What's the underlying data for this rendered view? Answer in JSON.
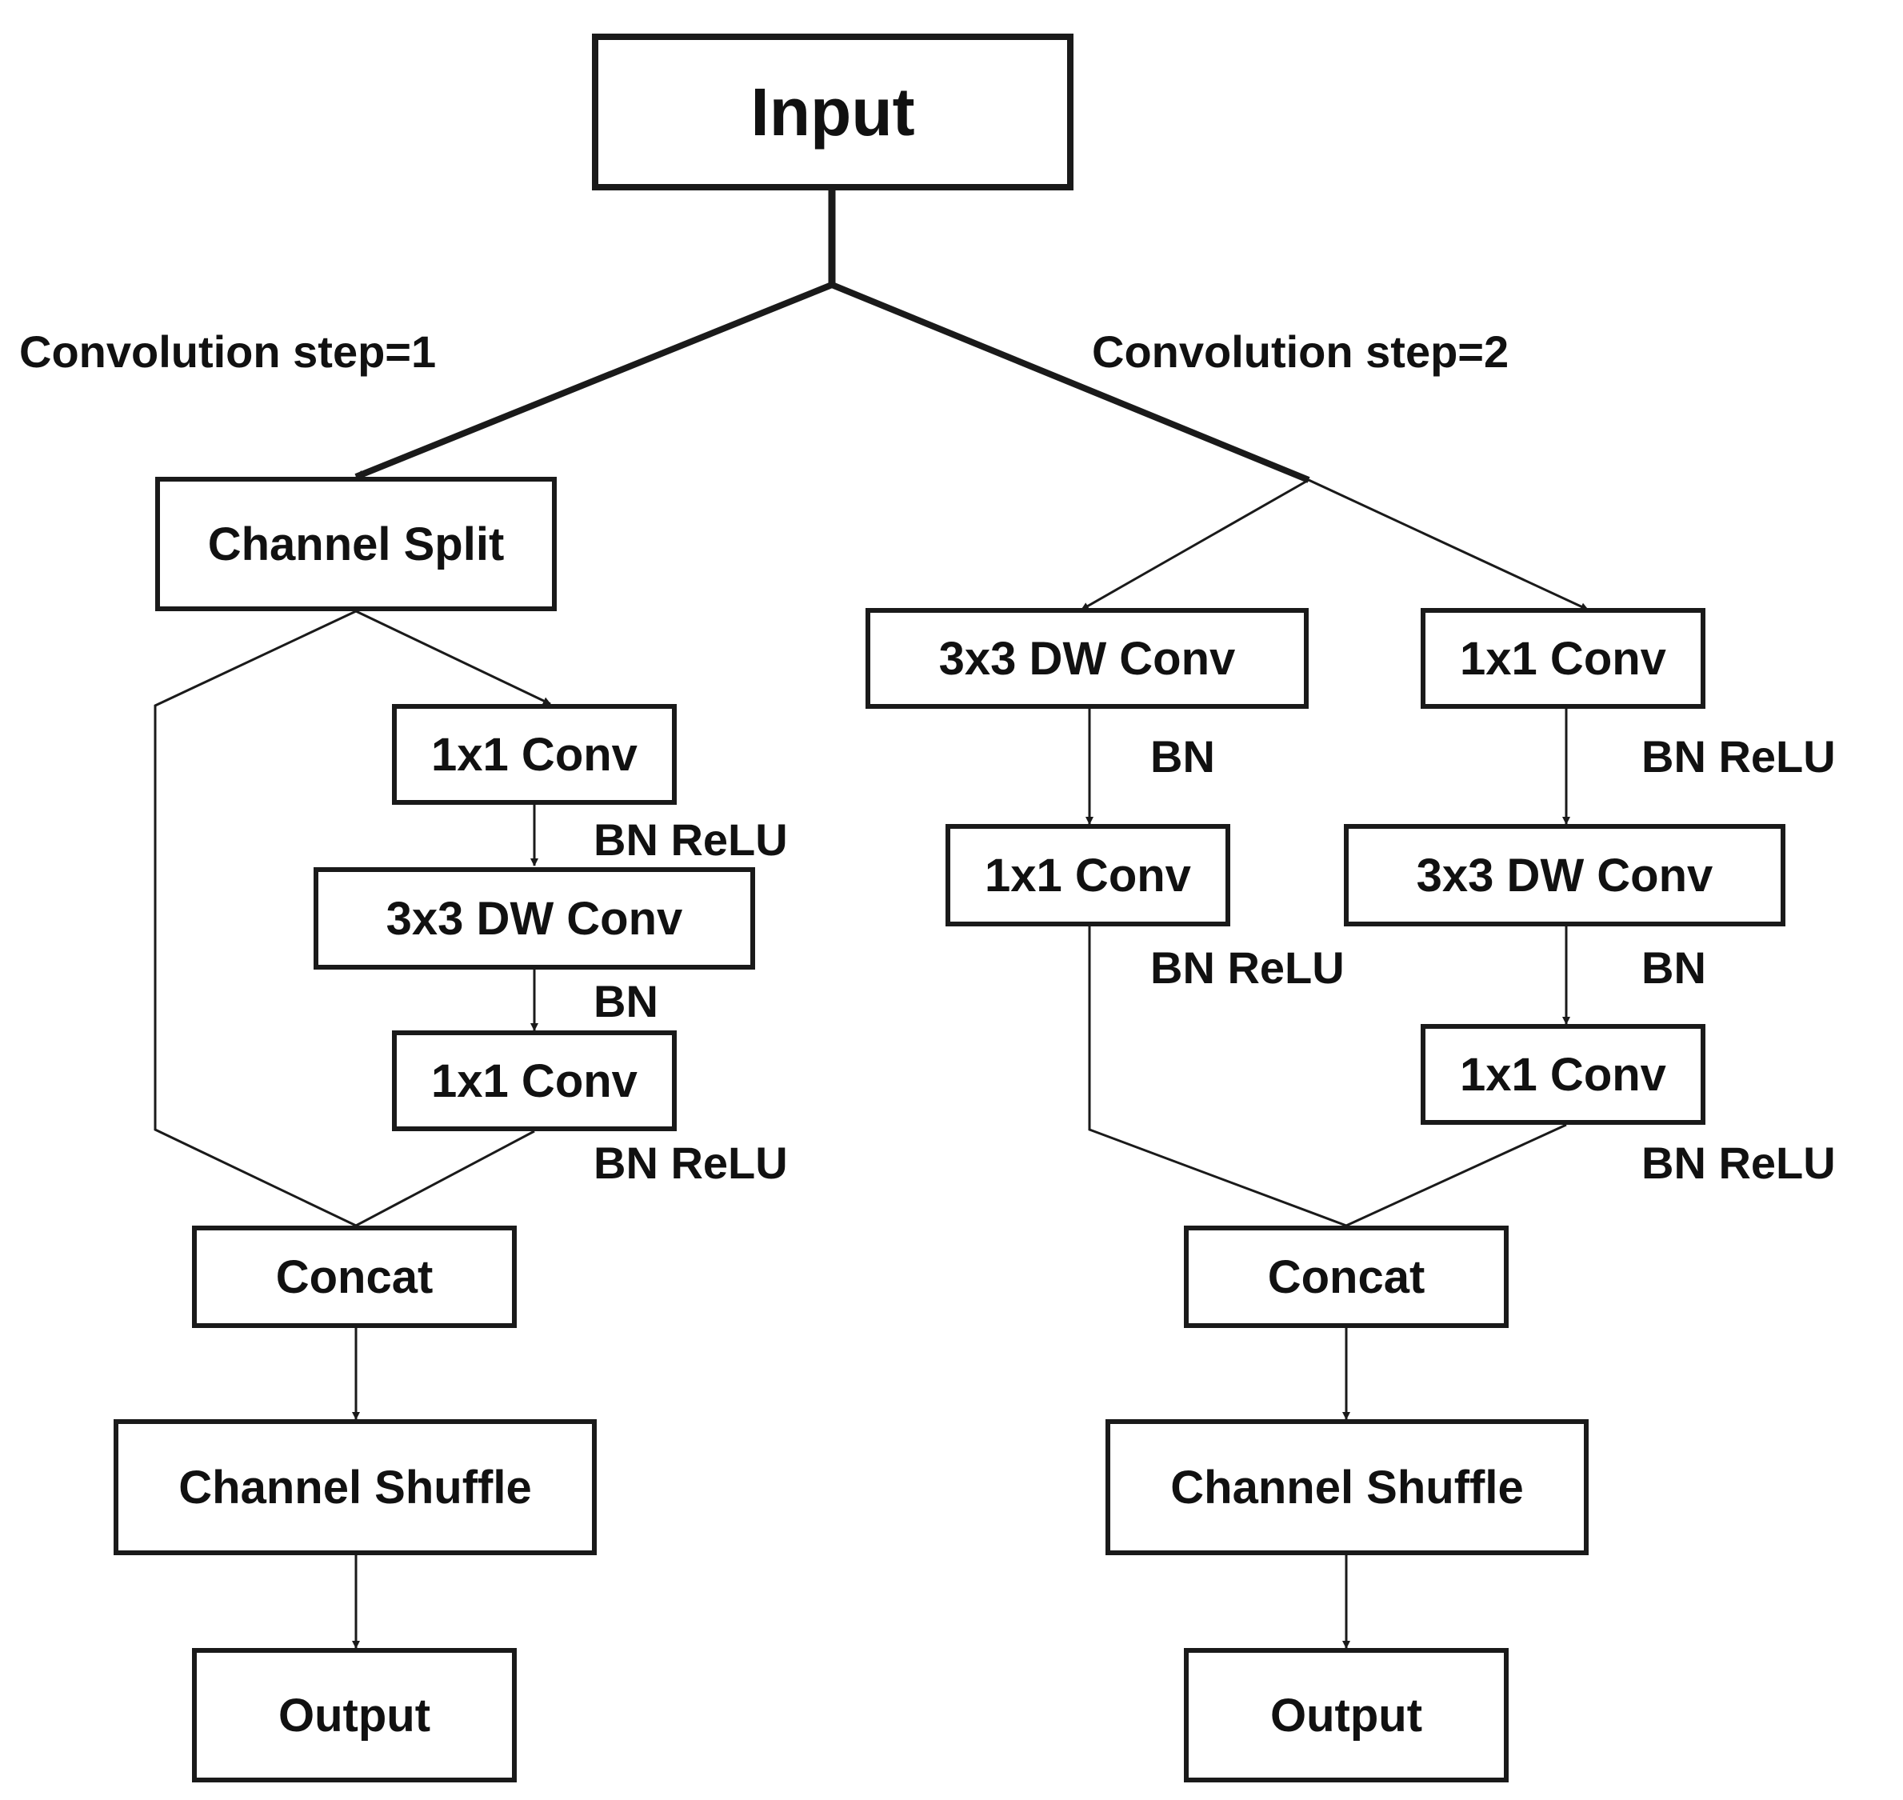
{
  "nodes": {
    "input": "Input",
    "left": {
      "channel_split": "Channel Split",
      "conv1x1_a": "1x1 Conv",
      "dwconv3x3": "3x3 DW Conv",
      "conv1x1_b": "1x1 Conv",
      "concat": "Concat",
      "channel_shuffle": "Channel Shuffle",
      "output": "Output"
    },
    "right": {
      "dwconv3x3_a": "3x3 DW Conv",
      "conv1x1_a": "1x1 Conv",
      "conv1x1_b": "1x1 Conv",
      "dwconv3x3_b": "3x3 DW Conv",
      "conv1x1_c": "1x1 Conv",
      "concat": "Concat",
      "channel_shuffle": "Channel Shuffle",
      "output": "Output"
    }
  },
  "edge_labels": {
    "branch_left": "Convolution step=1",
    "branch_right": "Convolution step=2",
    "left_bn_relu_1": "BN ReLU",
    "left_bn": "BN",
    "left_bn_relu_2": "BN ReLU",
    "right_a_bn": "BN",
    "right_a_bn_relu": "BN ReLU",
    "right_b_bn_relu_1": "BN ReLU",
    "right_b_bn": "BN",
    "right_b_bn_relu_2": "BN ReLU"
  }
}
